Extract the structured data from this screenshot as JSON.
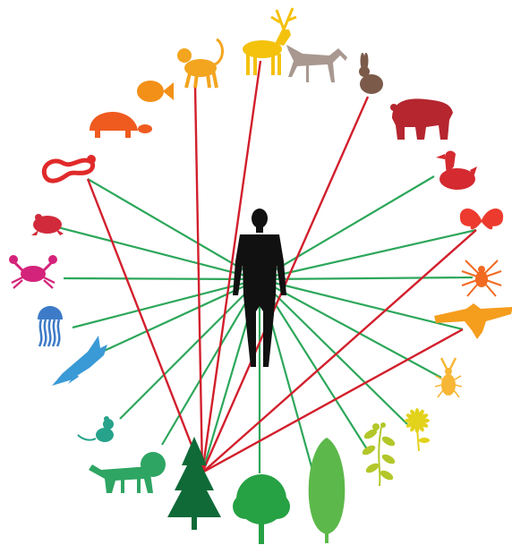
{
  "colors": {
    "human": "#111111",
    "green_line": "#2ca75a",
    "red_line": "#d21f2c"
  },
  "organisms": [
    {
      "id": "deer",
      "icon": "deer-icon",
      "color": "#f4c20d"
    },
    {
      "id": "coyote",
      "icon": "coyote-icon",
      "color": "#a89890"
    },
    {
      "id": "rabbit",
      "icon": "rabbit-icon",
      "color": "#7b5a4a"
    },
    {
      "id": "bear",
      "icon": "bear-icon",
      "color": "#b5262f"
    },
    {
      "id": "duck",
      "icon": "duck-icon",
      "color": "#d42a30"
    },
    {
      "id": "butterfly",
      "icon": "butterfly-icon",
      "color": "#ec3b2e"
    },
    {
      "id": "spider",
      "icon": "spider-icon",
      "color": "#f26a21"
    },
    {
      "id": "eagle",
      "icon": "eagle-icon",
      "color": "#f59d1d"
    },
    {
      "id": "beetle",
      "icon": "beetle-icon",
      "color": "#f7b635"
    },
    {
      "id": "sunflower",
      "icon": "flower-icon",
      "color": "#e3d21a"
    },
    {
      "id": "herb",
      "icon": "herb-icon",
      "color": "#b3c72a"
    },
    {
      "id": "cypress",
      "icon": "cypress-tree-icon",
      "color": "#5cb84a"
    },
    {
      "id": "oak",
      "icon": "round-tree-icon",
      "color": "#26a244"
    },
    {
      "id": "fir",
      "icon": "fir-tree-icon",
      "color": "#0f6a38"
    },
    {
      "id": "lion",
      "icon": "lion-icon",
      "color": "#2ea563"
    },
    {
      "id": "rodent",
      "icon": "rodent-icon",
      "color": "#26a38a"
    },
    {
      "id": "shark",
      "icon": "shark-icon",
      "color": "#3a9ad6"
    },
    {
      "id": "jellyfish",
      "icon": "jellyfish-icon",
      "color": "#3d7bc8"
    },
    {
      "id": "crab",
      "icon": "crab-icon",
      "color": "#d4237a"
    },
    {
      "id": "frog",
      "icon": "frog-icon",
      "color": "#d12a3a"
    },
    {
      "id": "snake",
      "icon": "snake-icon",
      "color": "#e02a2a"
    },
    {
      "id": "tortoise",
      "icon": "tortoise-icon",
      "color": "#ef5a1f"
    },
    {
      "id": "fish",
      "icon": "fish-icon",
      "color": "#f29018"
    },
    {
      "id": "monkey",
      "icon": "monkey-icon",
      "color": "#f3a51f"
    }
  ],
  "connections": {
    "human_links": [
      "duck",
      "butterfly",
      "spider",
      "eagle",
      "beetle",
      "sunflower",
      "herb",
      "cypress",
      "oak",
      "fir",
      "lion",
      "rodent",
      "shark",
      "jellyfish",
      "crab",
      "frog",
      "snake"
    ],
    "fir_links": [
      "monkey",
      "deer",
      "rabbit",
      "butterfly",
      "eagle",
      "snake"
    ]
  }
}
